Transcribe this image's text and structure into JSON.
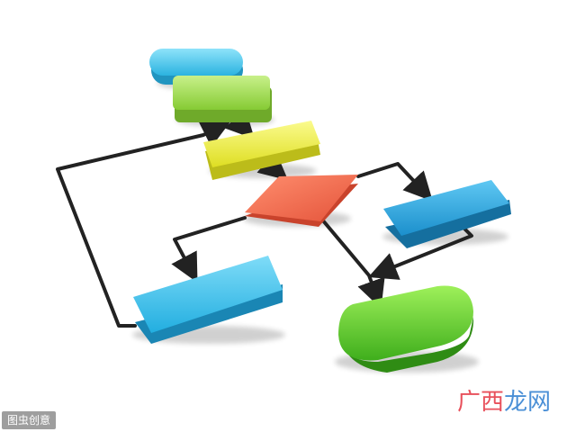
{
  "watermark": {
    "badge_text": "图虫创意",
    "brand_part1": "广西",
    "brand_part2": "龙网"
  },
  "palette": {
    "cyan": "#3fc4e8",
    "lime": "#9ed84e",
    "yellow": "#e8ea3a",
    "red": "#ef6a4c",
    "blue": "#2ea6dc",
    "green": "#59c22e",
    "connector": "#222222"
  },
  "icons": {
    "arrowhead": "arrowhead-icon"
  }
}
